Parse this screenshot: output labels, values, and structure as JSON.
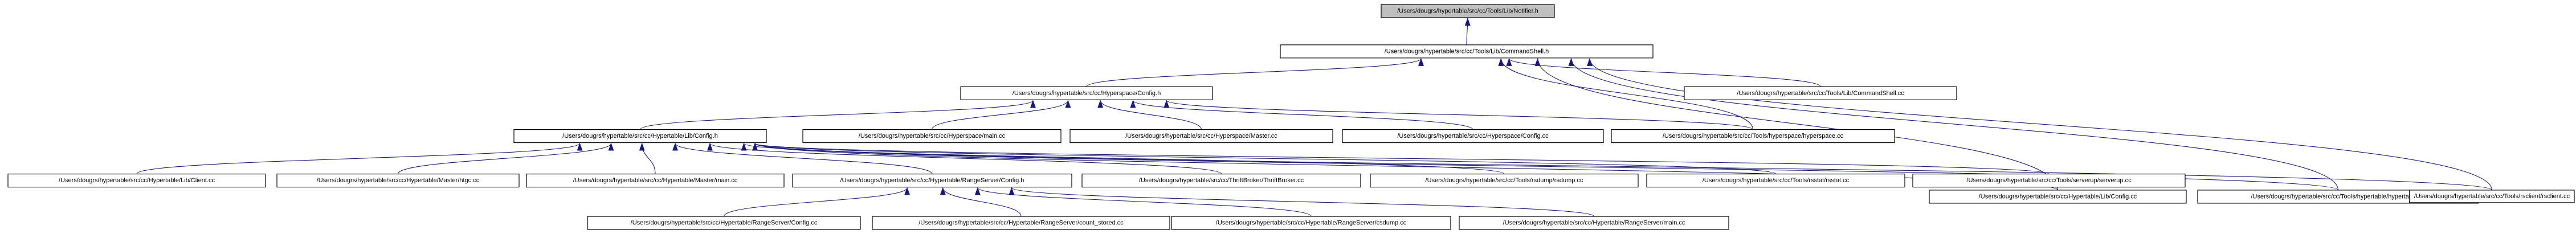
{
  "colors": {
    "root_fill": "#bfbfbf",
    "node_fill": "#ffffff",
    "node_border": "#000000",
    "edge": "#191970"
  },
  "nodes": [
    {
      "id": "notifier",
      "label": "/Users/dougrs/hypertable/src/cc/Tools/Lib/Notifier.h",
      "root": true
    },
    {
      "id": "cmdshell_h",
      "label": "/Users/dougrs/hypertable/src/cc/Tools/Lib/CommandShell.h"
    },
    {
      "id": "hs_config_h",
      "label": "/Users/dougrs/hypertable/src/cc/Hyperspace/Config.h"
    },
    {
      "id": "cmdshell_cc",
      "label": "/Users/dougrs/hypertable/src/cc/Tools/Lib/CommandShell.cc"
    },
    {
      "id": "ht_lib_config_h",
      "label": "/Users/dougrs/hypertable/src/cc/Hypertable/Lib/Config.h"
    },
    {
      "id": "hs_main",
      "label": "/Users/dougrs/hypertable/src/cc/Hyperspace/main.cc"
    },
    {
      "id": "hs_master",
      "label": "/Users/dougrs/hypertable/src/cc/Hyperspace/Master.cc"
    },
    {
      "id": "hs_config_cc",
      "label": "/Users/dougrs/hypertable/src/cc/Hyperspace/Config.cc"
    },
    {
      "id": "tools_hyperspace",
      "label": "/Users/dougrs/hypertable/src/cc/Tools/hyperspace/hyperspace.cc"
    },
    {
      "id": "ht_lib_client",
      "label": "/Users/dougrs/hypertable/src/cc/Hypertable/Lib/Client.cc"
    },
    {
      "id": "ht_master_htgc",
      "label": "/Users/dougrs/hypertable/src/cc/Hypertable/Master/htgc.cc"
    },
    {
      "id": "ht_master_main",
      "label": "/Users/dougrs/hypertable/src/cc/Hypertable/Master/main.cc"
    },
    {
      "id": "rs_config_h",
      "label": "/Users/dougrs/hypertable/src/cc/Hypertable/RangeServer/Config.h"
    },
    {
      "id": "thrift_broker",
      "label": "/Users/dougrs/hypertable/src/cc/ThriftBroker/ThriftBroker.cc"
    },
    {
      "id": "rsdump",
      "label": "/Users/dougrs/hypertable/src/cc/Tools/rsdump/rsdump.cc"
    },
    {
      "id": "rsstat",
      "label": "/Users/dougrs/hypertable/src/cc/Tools/rsstat/rsstat.cc"
    },
    {
      "id": "serverup",
      "label": "/Users/dougrs/hypertable/src/cc/Tools/serverup/serverup.cc"
    },
    {
      "id": "ht_lib_config_cc",
      "label": "/Users/dougrs/hypertable/src/cc/Hypertable/Lib/Config.cc"
    },
    {
      "id": "tools_hypertable",
      "label": "/Users/dougrs/hypertable/src/cc/Tools/hypertable/hypertable.cc"
    },
    {
      "id": "rsclient",
      "label": "/Users/dougrs/hypertable/src/cc/Tools/rsclient/rsclient.cc"
    },
    {
      "id": "rs_config_cc",
      "label": "/Users/dougrs/hypertable/src/cc/Hypertable/RangeServer/Config.cc"
    },
    {
      "id": "rs_count_stored",
      "label": "/Users/dougrs/hypertable/src/cc/Hypertable/RangeServer/count_stored.cc"
    },
    {
      "id": "rs_csdump",
      "label": "/Users/dougrs/hypertable/src/cc/Hypertable/RangeServer/csdump.cc"
    },
    {
      "id": "rs_main",
      "label": "/Users/dougrs/hypertable/src/cc/Hypertable/RangeServer/main.cc"
    }
  ],
  "edges": [
    [
      "cmdshell_h",
      "notifier"
    ],
    [
      "hs_config_h",
      "cmdshell_h"
    ],
    [
      "cmdshell_cc",
      "cmdshell_h"
    ],
    [
      "tools_hyperspace",
      "cmdshell_h"
    ],
    [
      "ht_lib_config_cc",
      "cmdshell_h"
    ],
    [
      "tools_hypertable",
      "cmdshell_h"
    ],
    [
      "rsclient",
      "cmdshell_h"
    ],
    [
      "ht_lib_config_h",
      "hs_config_h"
    ],
    [
      "hs_main",
      "hs_config_h"
    ],
    [
      "hs_master",
      "hs_config_h"
    ],
    [
      "hs_config_cc",
      "hs_config_h"
    ],
    [
      "tools_hyperspace",
      "hs_config_h"
    ],
    [
      "ht_lib_client",
      "ht_lib_config_h"
    ],
    [
      "ht_master_htgc",
      "ht_lib_config_h"
    ],
    [
      "ht_master_main",
      "ht_lib_config_h"
    ],
    [
      "rs_config_h",
      "ht_lib_config_h"
    ],
    [
      "thrift_broker",
      "ht_lib_config_h"
    ],
    [
      "rsdump",
      "ht_lib_config_h"
    ],
    [
      "rsstat",
      "ht_lib_config_h"
    ],
    [
      "serverup",
      "ht_lib_config_h"
    ],
    [
      "ht_lib_config_cc",
      "ht_lib_config_h"
    ],
    [
      "tools_hypertable",
      "ht_lib_config_h"
    ],
    [
      "rsclient",
      "ht_lib_config_h"
    ],
    [
      "rs_config_cc",
      "rs_config_h"
    ],
    [
      "rs_count_stored",
      "rs_config_h"
    ],
    [
      "rs_csdump",
      "rs_config_h"
    ],
    [
      "rs_main",
      "rs_config_h"
    ]
  ]
}
